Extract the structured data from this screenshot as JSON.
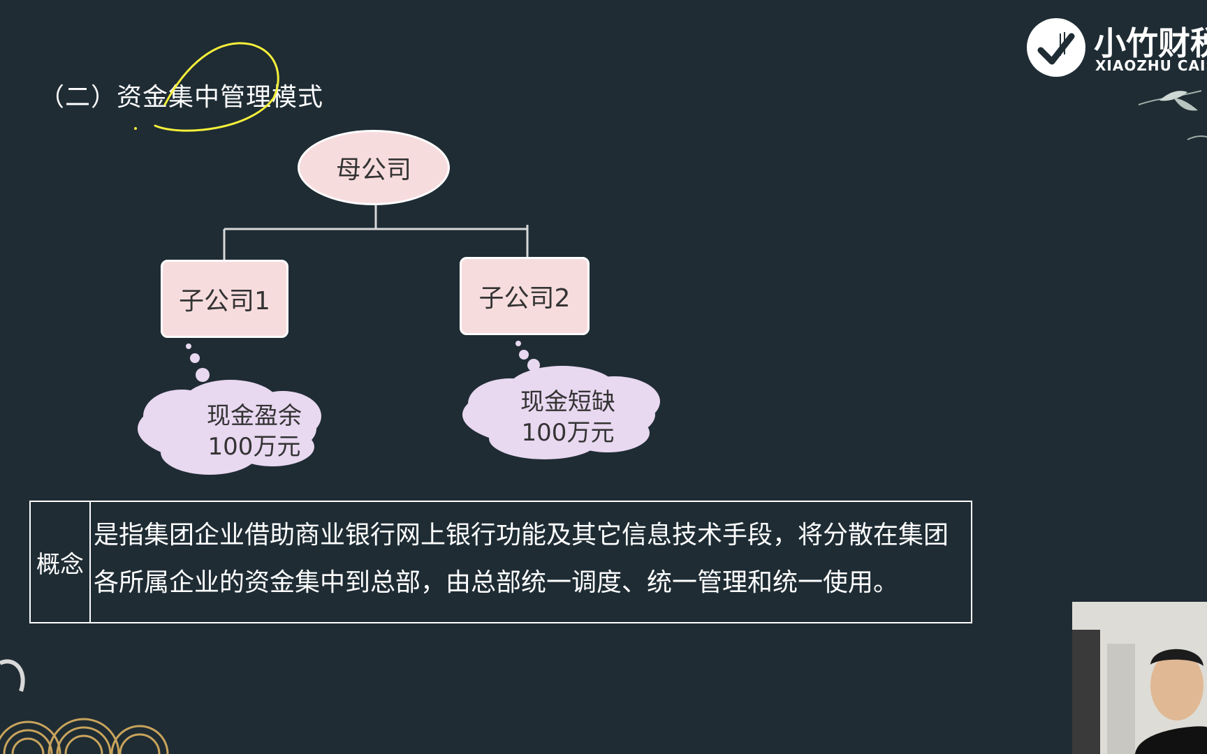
{
  "slide": {
    "section_title": "（二）资金集中管理模式"
  },
  "org_chart": {
    "parent": "母公司",
    "children": [
      {
        "label": "子公司1",
        "cloud_line1": "现金盈余",
        "cloud_line2": "100万元"
      },
      {
        "label": "子公司2",
        "cloud_line1": "现金短缺",
        "cloud_line2": "100万元"
      }
    ]
  },
  "concept": {
    "label": "概念",
    "text": "是指集团企业借助商业银行网上银行功能及其它信息技术手段，将分散在集团各所属企业的资金集中到总部，由总部统一调度、统一管理和统一使用。"
  },
  "logo": {
    "name_cn": "小竹财税",
    "name_en": "XIAOZHU CAISHUI"
  },
  "colors": {
    "background": "#1f2c34",
    "node_fill": "#f7dcde",
    "cloud_fill": "#e8d8f0",
    "annotation": "#f5f03a"
  }
}
